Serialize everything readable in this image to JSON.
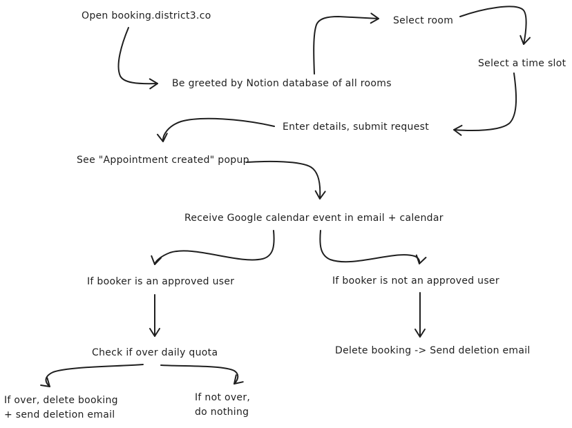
{
  "diagram": {
    "kind": "flowchart",
    "style": "hand-drawn",
    "colors": {
      "background": "#ffffff",
      "ink": "#1e1e1e"
    },
    "nodes": {
      "open_site": {
        "label": "Open booking.district3.co"
      },
      "select_room": {
        "label": "Select room"
      },
      "select_time": {
        "label": "Select a time slot"
      },
      "greeted": {
        "label": "Be greeted by Notion database of all rooms"
      },
      "enter_details": {
        "label": "Enter details, submit request"
      },
      "popup": {
        "label": "See \"Appointment created\" popup"
      },
      "receive": {
        "label": "Receive Google calendar event in email + calendar"
      },
      "approved": {
        "label": "If booker is an approved user"
      },
      "not_approved": {
        "label": "If booker is not an approved user"
      },
      "quota": {
        "label": "Check if over daily quota"
      },
      "delete_booking": {
        "label": "Delete booking -> Send deletion email"
      },
      "if_over": {
        "label": "If over, delete booking\n+ send deletion email"
      },
      "if_not_over": {
        "label": "If not over,\ndo nothing"
      }
    },
    "edges": [
      {
        "from": "open_site",
        "to": "greeted"
      },
      {
        "from": "greeted",
        "to": "select_room"
      },
      {
        "from": "select_room",
        "to": "select_time"
      },
      {
        "from": "select_time",
        "to": "enter_details"
      },
      {
        "from": "enter_details",
        "to": "popup"
      },
      {
        "from": "popup",
        "to": "receive"
      },
      {
        "from": "receive",
        "to": "approved"
      },
      {
        "from": "receive",
        "to": "not_approved"
      },
      {
        "from": "approved",
        "to": "quota"
      },
      {
        "from": "not_approved",
        "to": "delete_booking"
      },
      {
        "from": "quota",
        "to": "if_over"
      },
      {
        "from": "quota",
        "to": "if_not_over"
      }
    ]
  }
}
